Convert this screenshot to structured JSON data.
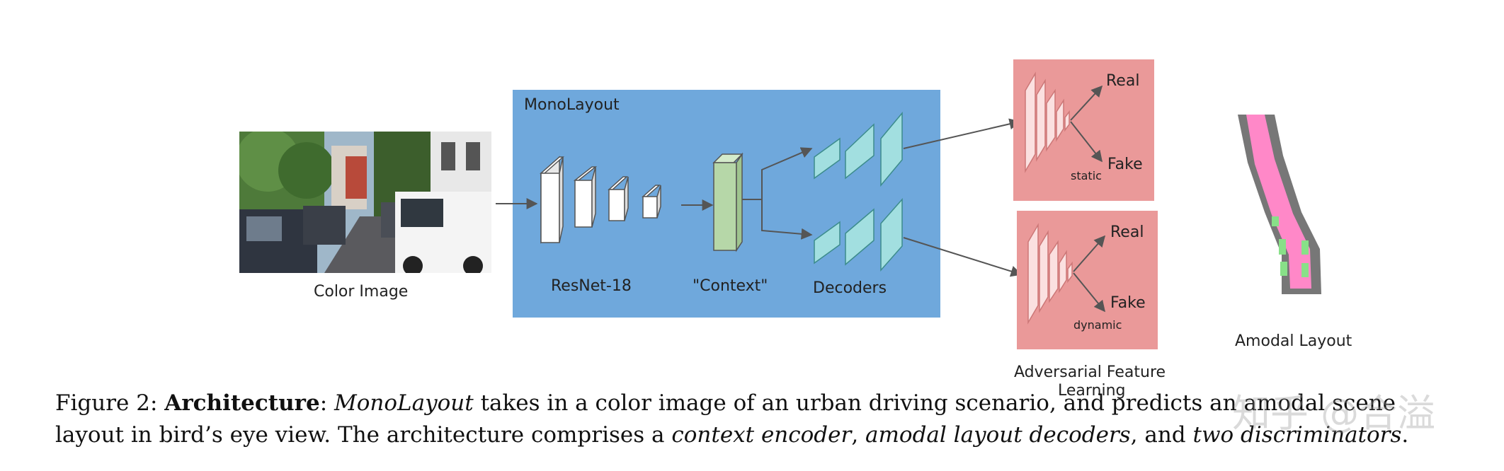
{
  "figure": {
    "input_label": "Color Image",
    "mono_title": "MonoLayout",
    "encoder_label": "ResNet-18",
    "context_label": "\"Context\"",
    "decoders_label": "Decoders",
    "discriminators": [
      {
        "real": "Real",
        "fake": "Fake",
        "tag": "static"
      },
      {
        "real": "Real",
        "fake": "Fake",
        "tag": "dynamic"
      }
    ],
    "adversarial_label_line1": "Adversarial Feature",
    "adversarial_label_line2": "Learning",
    "output_label": "Amodal Layout",
    "colors": {
      "mono_bg": "#6fa8dc",
      "disc_bg": "#ea9999",
      "context_block": "#b6d7a8",
      "decoder_block": "#a2dfe0",
      "road": "#ff88c8",
      "sidewalk": "#777777",
      "vehicle": "#88e088"
    }
  },
  "caption": {
    "prefix": "Figure 2: ",
    "bold": "Architecture",
    "colon": ": ",
    "italic1": "MonoLayout",
    "text1": " takes in a color image of an urban driving scenario, and predicts an amodal scene layout in bird’s eye view. The architecture comprises a ",
    "italic2": "context encoder",
    "comma": ", ",
    "italic3": "amodal layout decoders",
    "text2": ", and ",
    "italic4": "two discriminators",
    "period": "."
  },
  "watermark": "知乎 @合溢"
}
